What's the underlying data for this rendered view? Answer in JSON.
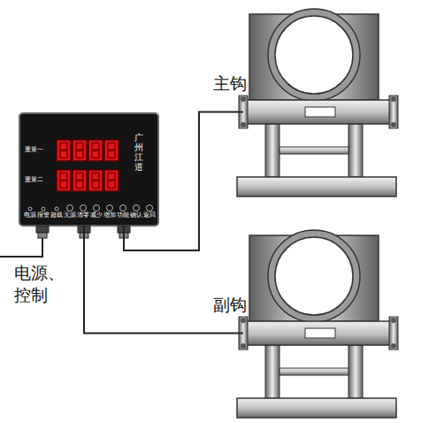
{
  "diagram": {
    "nodes": [
      {
        "text": [
          "重量一",
          "重量二",
          "广州江道",
          "电源",
          "报警",
          "超载",
          "无源",
          "清零",
          "减少",
          "增加",
          "功能",
          "确认",
          "返回"
        ]
      },
      {
        "text": [
          "主钩"
        ]
      },
      {
        "text": [
          "副钩"
        ]
      }
    ],
    "edges": [
      {
        "from": 0,
        "to": 1,
        "arrow": "none"
      },
      {
        "from": 0,
        "to": 2,
        "arrow": "none"
      }
    ],
    "labels": [
      "电源、 控制"
    ]
  }
}
